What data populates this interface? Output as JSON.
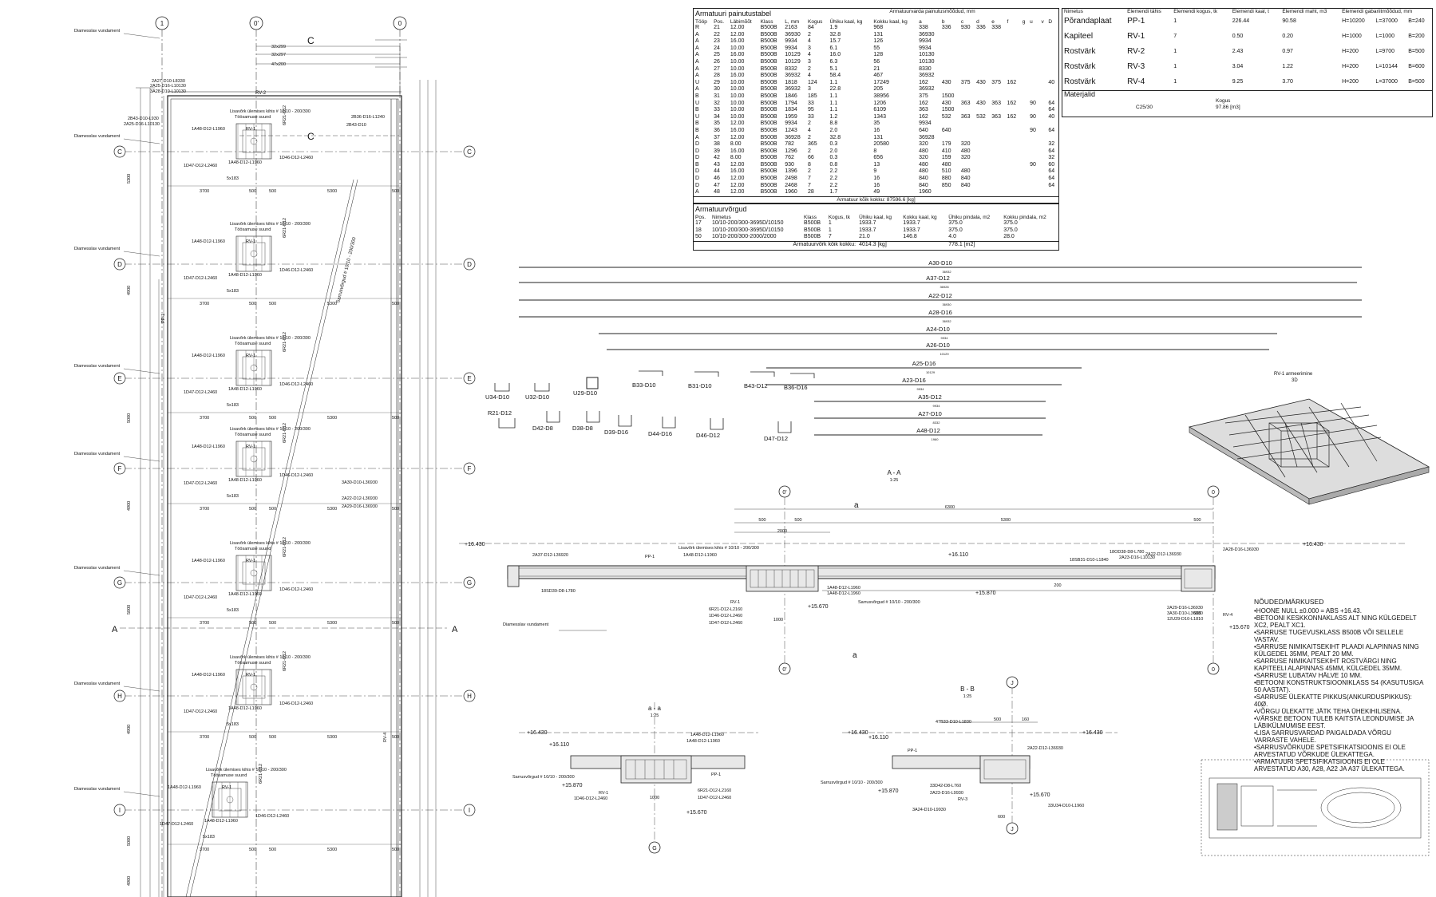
{
  "plan": {
    "top_grid": [
      "1",
      "0'",
      "0"
    ],
    "grid_rows": [
      "C",
      "D",
      "E",
      "F",
      "G",
      "H",
      "I"
    ],
    "side_label": "A",
    "section_C": "C",
    "left_notes": [
      "Diamesslav vundament",
      "Diamesslav vundament",
      "Diamesslav vundament",
      "Diamesslav vundament",
      "Diamesslav vundament",
      "Diamesslav vundament",
      "Diamesslav vundament",
      "Diamesslav vundament"
    ],
    "dims_top": [
      "32x299",
      "32x297",
      "47x200"
    ],
    "bars_top": [
      "2A27-D10-L8330",
      "2A25-D16-L10130",
      "3A28-D10-L10130",
      "2B43-D10-L930",
      "2A25-D16-L10130"
    ],
    "bay_dims": [
      "3700",
      "500",
      "500",
      "5300",
      "500"
    ],
    "cell_labels": [
      "RV-1",
      "Lisavõrk ülemises kihis # 10/10 - 200/300",
      "Töösamuse suund",
      "1A48-D12-L1960",
      "1D46-D12-L2460",
      "1D47-D12-L2460",
      "6R21-D12",
      "5x183"
    ],
    "vertical_dims": [
      "5300",
      "4900",
      "5000",
      "4900",
      "5000",
      "4900",
      "5000",
      "4900"
    ],
    "diag_note": "Sarrusvõrgud # 10/10 - 200/300",
    "right_bars": [
      "2B36-D16-L1240",
      "2B43-D10",
      "3A30-D10-L36930",
      "2A22-D12-L36930",
      "2A29-D16-L36930"
    ],
    "rv_labels": [
      "RV-2",
      "RV-4",
      "PP-1"
    ]
  },
  "table1": {
    "title": "Armatuuri painutustabel",
    "subtitle": "Armatuurvarda painutusmõõdud, mm",
    "headers": [
      "Tööp",
      "Pos.",
      "Läbimõõt",
      "Klass",
      "L, mm",
      "Kogus",
      "Ühiku kaal, kg",
      "Kokku kaal, kg",
      "a",
      "b",
      "c",
      "d",
      "e",
      "f",
      "g",
      "u",
      "v",
      "D"
    ],
    "rows": [
      [
        "R",
        "21",
        "12.00",
        "B500B",
        "2163",
        "84",
        "1.9",
        "968",
        "338",
        "336",
        "930",
        "336",
        "338",
        "",
        "",
        "",
        "",
        ""
      ],
      [
        "A",
        "22",
        "12.00",
        "B500B",
        "36930",
        "2",
        "32.8",
        "131",
        "36930",
        "",
        "",
        "",
        "",
        "",
        "",
        "",
        "",
        ""
      ],
      [
        "A",
        "23",
        "16.00",
        "B500B",
        "9934",
        "4",
        "15.7",
        "126",
        "9934",
        "",
        "",
        "",
        "",
        "",
        "",
        "",
        "",
        ""
      ],
      [
        "A",
        "24",
        "10.00",
        "B500B",
        "9934",
        "3",
        "6.1",
        "55",
        "9934",
        "",
        "",
        "",
        "",
        "",
        "",
        "",
        "",
        ""
      ],
      [
        "A",
        "25",
        "16.00",
        "B500B",
        "10129",
        "4",
        "16.0",
        "128",
        "10130",
        "",
        "",
        "",
        "",
        "",
        "",
        "",
        "",
        ""
      ],
      [
        "A",
        "26",
        "10.00",
        "B500B",
        "10129",
        "3",
        "6.3",
        "56",
        "10130",
        "",
        "",
        "",
        "",
        "",
        "",
        "",
        "",
        ""
      ],
      [
        "A",
        "27",
        "10.00",
        "B500B",
        "8332",
        "2",
        "5.1",
        "21",
        "8330",
        "",
        "",
        "",
        "",
        "",
        "",
        "",
        "",
        ""
      ],
      [
        "A",
        "28",
        "16.00",
        "B500B",
        "36932",
        "4",
        "58.4",
        "467",
        "36932",
        "",
        "",
        "",
        "",
        "",
        "",
        "",
        "",
        ""
      ],
      [
        "U",
        "29",
        "10.00",
        "B500B",
        "1818",
        "124",
        "1.1",
        "17249",
        "162",
        "430",
        "375",
        "430",
        "375",
        "162",
        "",
        "",
        "",
        "40"
      ],
      [
        "A",
        "30",
        "10.00",
        "B500B",
        "36932",
        "3",
        "22.8",
        "205",
        "36932",
        "",
        "",
        "",
        "",
        "",
        "",
        "",
        "",
        ""
      ],
      [
        "B",
        "31",
        "10.00",
        "B500B",
        "1846",
        "185",
        "1.1",
        "38956",
        "375",
        "1500",
        "",
        "",
        "",
        "",
        "",
        "",
        "",
        ""
      ],
      [
        "U",
        "32",
        "10.00",
        "B500B",
        "1794",
        "33",
        "1.1",
        "1206",
        "162",
        "430",
        "363",
        "430",
        "363",
        "162",
        "",
        "90",
        "",
        "64"
      ],
      [
        "B",
        "33",
        "10.00",
        "B500B",
        "1834",
        "95",
        "1.1",
        "6109",
        "363",
        "1500",
        "",
        "",
        "",
        "",
        "",
        "",
        "",
        "64"
      ],
      [
        "U",
        "34",
        "10.00",
        "B500B",
        "1959",
        "33",
        "1.2",
        "1343",
        "162",
        "532",
        "363",
        "532",
        "363",
        "162",
        "",
        "90",
        "",
        "40"
      ],
      [
        "B",
        "35",
        "12.00",
        "B500B",
        "9934",
        "2",
        "8.8",
        "35",
        "9934",
        "",
        "",
        "",
        "",
        "",
        "",
        "",
        "",
        ""
      ],
      [
        "B",
        "36",
        "16.00",
        "B500B",
        "1243",
        "4",
        "2.0",
        "16",
        "640",
        "640",
        "",
        "",
        "",
        "",
        "",
        "90",
        "",
        "64"
      ],
      [
        "A",
        "37",
        "12.00",
        "B500B",
        "36928",
        "2",
        "32.8",
        "131",
        "36928",
        "",
        "",
        "",
        "",
        "",
        "",
        "",
        "",
        ""
      ],
      [
        "D",
        "38",
        "8.00",
        "B500B",
        "782",
        "365",
        "0.3",
        "20580",
        "320",
        "179",
        "320",
        "",
        "",
        "",
        "",
        "",
        "",
        "32"
      ],
      [
        "D",
        "39",
        "16.00",
        "B500B",
        "1296",
        "2",
        "2.0",
        "8",
        "480",
        "410",
        "480",
        "",
        "",
        "",
        "",
        "",
        "",
        "64"
      ],
      [
        "D",
        "42",
        "8.00",
        "B500B",
        "762",
        "66",
        "0.3",
        "656",
        "320",
        "159",
        "320",
        "",
        "",
        "",
        "",
        "",
        "",
        "32"
      ],
      [
        "B",
        "43",
        "12.00",
        "B500B",
        "930",
        "8",
        "0.8",
        "13",
        "480",
        "480",
        "",
        "",
        "",
        "",
        "",
        "90",
        "",
        "60"
      ],
      [
        "D",
        "44",
        "16.00",
        "B500B",
        "1396",
        "2",
        "2.2",
        "9",
        "480",
        "510",
        "480",
        "",
        "",
        "",
        "",
        "",
        "",
        "64"
      ],
      [
        "D",
        "46",
        "12.00",
        "B500B",
        "2498",
        "7",
        "2.2",
        "16",
        "840",
        "880",
        "840",
        "",
        "",
        "",
        "",
        "",
        "",
        "64"
      ],
      [
        "D",
        "47",
        "12.00",
        "B500B",
        "2468",
        "7",
        "2.2",
        "16",
        "840",
        "850",
        "840",
        "",
        "",
        "",
        "",
        "",
        "",
        "64"
      ],
      [
        "A",
        "48",
        "12.00",
        "B500B",
        "1960",
        "28",
        "1.7",
        "49",
        "1960",
        "",
        "",
        "",
        "",
        "",
        "",
        "",
        "",
        ""
      ]
    ],
    "total": "Armatuur kõik kokku: 87596.6 [kg]"
  },
  "table2": {
    "title": "Armatuurvõrgud",
    "headers": [
      "Pos.",
      "Nimetus",
      "Klass",
      "Kogus, tk",
      "Ühiku kaal, kg",
      "Kokku kaal, kg",
      "Ühiku pindala, m2",
      "Kokku pindala, m2"
    ],
    "rows": [
      [
        "17",
        "10/10-200/300-3695D/10150",
        "B500B",
        "1",
        "1933.7",
        "1933.7",
        "375.0",
        "375.0"
      ],
      [
        "18",
        "10/10-200/300-3695D/10150",
        "B500B",
        "1",
        "1933.7",
        "1933.7",
        "375.0",
        "375.0"
      ],
      [
        "50",
        "10/10-200/300-2000/2000",
        "B500B",
        "7",
        "21.0",
        "146.8",
        "4.0",
        "28.0"
      ]
    ],
    "total_mass": "Armatuurvõrk kõik kokku:",
    "total_kg": "4014.3 [kg]",
    "total_m2": "778.1 [m2]"
  },
  "table3": {
    "headers": [
      "Nimetus",
      "Elemendi tähis",
      "Elemendi kogus, tk",
      "Elemendi kaal, t",
      "Elemendi maht, m3",
      "Elemendi gabariitmõõdud, mm"
    ],
    "rows": [
      [
        "Põrandaplaat",
        "PP-1",
        "1",
        "226.44",
        "90.58",
        "H=10200",
        "L=37000",
        "B=240"
      ],
      [
        "Kapiteel",
        "RV-1",
        "7",
        "0.50",
        "0.20",
        "H=1000",
        "L=1000",
        "B=200"
      ],
      [
        "Rostvärk",
        "RV-2",
        "1",
        "2.43",
        "0.97",
        "H=200",
        "L=9700",
        "B=500"
      ],
      [
        "Rostvärk",
        "RV-3",
        "1",
        "3.04",
        "1.22",
        "H=200",
        "L=10144",
        "B=600"
      ],
      [
        "Rostvärk",
        "RV-4",
        "1",
        "9.25",
        "3.70",
        "H=200",
        "L=37000",
        "B=500"
      ]
    ],
    "material_title": "Materjalid",
    "material_head": "Kogus",
    "material_name": "C25/30",
    "material_value": "97.86 [m3]"
  },
  "bars": [
    "A30-D10",
    "A37-D12",
    "A22-D12",
    "A28-D16",
    "A24-D10",
    "A26-D10",
    "A25-D16",
    "A23-D16",
    "A35-D12",
    "A27-D10",
    "A48-D12"
  ],
  "bar_lengths": [
    "36932",
    "36928",
    "36930",
    "36932",
    "9934",
    "10129",
    "10129",
    "9934",
    "9934",
    "8332",
    "1960"
  ],
  "shapes": [
    "U34-D10",
    "U32-D10",
    "U29-D10",
    "B33-D10",
    "B31-D10",
    "B43-D12",
    "B36-D16",
    "R21-D12",
    "D42-D8",
    "D38-D8",
    "D39-D16",
    "D44-D16",
    "D46-D12",
    "D47-D12"
  ],
  "iso_title": "RV-1 armeerimine",
  "iso_scale": "3D",
  "section_AA": {
    "title": "A - A",
    "scale": "1:25",
    "levels": [
      "+16.430",
      "+16.430",
      "+16.110",
      "+15.870",
      "+15.670",
      "+15.670"
    ],
    "grid": [
      "0'",
      "0",
      "0'",
      "0"
    ],
    "dims": [
      "6300",
      "5300",
      "500",
      "500",
      "2000",
      "500",
      "1000",
      "200",
      "500"
    ],
    "mark_a": "a",
    "labels": [
      "2A37-D12-L36920",
      "PP-1",
      "Lisavõrk ülemises kihis # 10/10 - 200/300",
      "1A48-D12-L1960",
      "18SD39-D8-L780",
      "RV-1",
      "6R21-D12-L2160",
      "1D46-D12-L2460",
      "1D47-D12-L2460",
      "1A48-D12-L1960",
      "1A48-D12-L1960",
      "Sarrusvõrgud # 10/10 - 200/300",
      "18SB31-D10-L1840",
      "18OD38-D8-L780",
      "2A22-D12-L36930",
      "2A28-D16-L36930",
      "2A29-D16-L36930",
      "3A30-D10-L36930",
      "12U29-D10-L1810",
      "RV-4",
      "Diamesslav vundament",
      "A",
      "A",
      "2A23-D16-L10130"
    ]
  },
  "section_aa": {
    "title": "a - a",
    "scale": "1:25",
    "levels": [
      "+16.430",
      "+16.110",
      "+15.870",
      "+15.670"
    ],
    "grid": "G",
    "labels": [
      "1A48-D12-L1960",
      "1A48-D12-L1960",
      "6R21-D12-L2160",
      "1D47-D12-L2460",
      "RV-1",
      "PP-1",
      "Sarrusvõrgud # 10/10 - 200/300",
      "1D46-D12-L2460",
      "1000"
    ]
  },
  "section_BB": {
    "title": "B - B",
    "scale": "1:25",
    "levels": [
      "+16.430",
      "+16.430",
      "+16.110",
      "+15.870",
      "+15.670"
    ],
    "grid": [
      "J",
      "J"
    ],
    "labels": [
      "47B33-D10-L1830",
      "2A22-D12-L36930",
      "PP-1",
      "RV-3",
      "Sarrusvõrgud # 10/10 - 200/300",
      "33D42-D8-L760",
      "2A23-D16-L9930",
      "3A24-D10-L9930",
      "33U34-D10-L1960",
      "500",
      "160",
      "600"
    ]
  },
  "notes": {
    "title": "NÕUDED/MÄRKUSED",
    "items": [
      "•HOONE NULL ±0.000 = ABS +16.43.",
      "•BETOONI KESKKONNAKLASS ALT NING KÜLGEDELT XC2, PEALT XC1.",
      "•SARRUSE TUGEVUSKLASS B500B VÕI SELLELE VASTAV.",
      "•SARRUSE NIMIKAITSEKIHT PLAADI ALAPINNAS NING KÜLGEDEL 35MM, PEALT 20 MM.",
      "•SARRUSE NIMIKAITSEKIHT ROSTVÄRGI NING KAPITEELI ALAPINNAS 45MM, KÜLGEDEL 35MM.",
      "•SARRUSE LUBATAV HÄLVE 10 MM.",
      "•BETOONI KONSTRUKTSIOONIKLASS S4 (KASUTUSIGA 50 AASTAT).",
      "•SARRUSE ÜLEKATTE PIKKUS(ANKURDUSPIKKUS): 40Ø.",
      "•VÕRGU ÜLEKATTE JÄTK TEHA ÜHEKIHILISENA.",
      "•VÄRSKE BETOON TULEB KAITSTA LEONDUMISE JA LÄBIKÜLMUMISE EEST.",
      "•LISA SARRUSVARDAD PAIGALDADA VÕRGU VARRASTE VAHELE.",
      "•SARRUSVÕRKUDE SPETSIFIKATSIOONIS EI OLE ARVESTATUD VÕRKUDE ÜLEKATTEGA.",
      "•ARMATUURI SPETSIFIKATSIOONIS EI OLE ARVESTATUD A30, A28, A22 JA A37 ÜLEKATTEGA."
    ]
  }
}
